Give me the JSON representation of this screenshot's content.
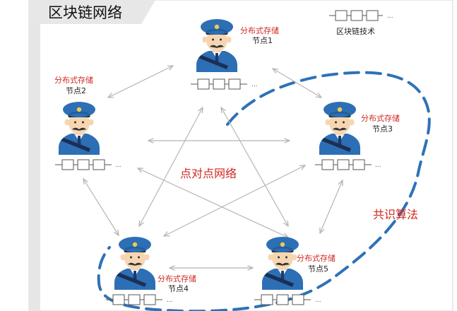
{
  "title": "区块链网络",
  "legend": {
    "label": "区块链技术",
    "dots": "..."
  },
  "network_label": "点对点网络",
  "consensus_label": "共识算法",
  "storage_label": "分布式存储",
  "chain_dots": "...",
  "nodes": [
    {
      "id": "1",
      "label": "节点1"
    },
    {
      "id": "2",
      "label": "节点2"
    },
    {
      "id": "3",
      "label": "节点3"
    },
    {
      "id": "4",
      "label": "节点4"
    },
    {
      "id": "5",
      "label": "节点5"
    }
  ],
  "colors": {
    "cap": "#1f5fa0",
    "uniform": "#2d6fb5",
    "skin": "#f6d6b2",
    "hair": "#333333",
    "red_text": "#d0281f",
    "consensus_dash": "#2d72b8",
    "arrow": "#b5b5b5",
    "header_bg": "#e7e7e7"
  }
}
